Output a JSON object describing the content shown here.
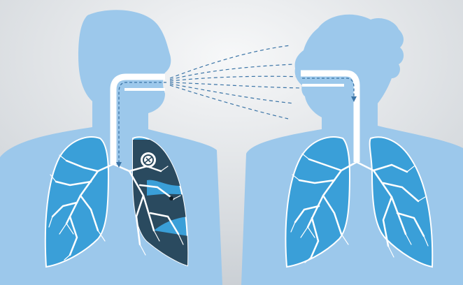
{
  "colors": {
    "background_light": "#f6f7f8",
    "background_dark": "#c9ced3",
    "body_fill": "#9cc8eb",
    "lung_fill": "#3a9fd8",
    "lung_outline": "#ffffff",
    "infection_fill": "#2a4a5f",
    "airway": "#ffffff",
    "airflow_line": "#3b74a6",
    "pathogen_icon": "#ffffff"
  },
  "figures": [
    {
      "id": "infected-person",
      "facing": "right",
      "infection_shown": true
    },
    {
      "id": "healthy-person",
      "facing": "left",
      "infection_shown": false
    }
  ],
  "icons": {
    "pathogen": "pathogen-icon",
    "small_particle": "particle-dot-icon"
  }
}
